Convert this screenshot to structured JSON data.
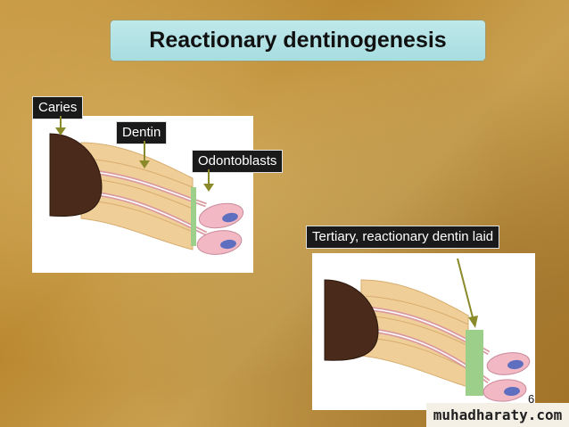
{
  "slide": {
    "title": "Reactionary dentinogenesis",
    "page_number": "6",
    "watermark": "muhadharaty.com"
  },
  "labels": {
    "caries": "Caries",
    "dentin": "Dentin",
    "odontoblasts": "Odontoblasts",
    "tertiary": "Tertiary, reactionary dentin laid"
  },
  "colors": {
    "caries": "#4a2a1a",
    "dentin": "#f0ce98",
    "tubule": "#d99aa0",
    "odontoblast": "#f2b8c4",
    "nucleus": "#5f6fbf",
    "tertiary_dentin": "#9ccf8a",
    "arrow": "#8a8a2a"
  }
}
